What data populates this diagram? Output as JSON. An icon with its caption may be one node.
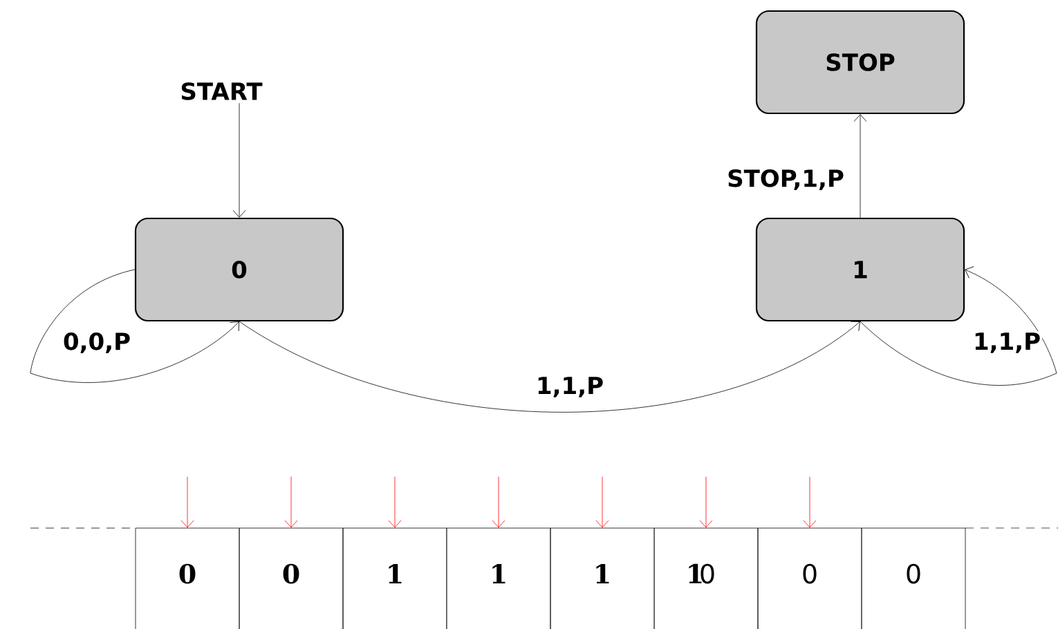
{
  "diagram": {
    "nodes": [
      {
        "text": [
          "START"
        ]
      },
      {
        "text": [
          "STOP"
        ]
      },
      {
        "text": [
          "0"
        ]
      },
      {
        "text": [
          "1"
        ]
      },
      {
        "text": [
          "0"
        ]
      },
      {
        "text": [
          "0"
        ]
      },
      {
        "text": [
          "1"
        ]
      },
      {
        "text": [
          "1"
        ]
      },
      {
        "text": [
          "1"
        ]
      },
      {
        "text": [
          "1",
          "0"
        ]
      },
      {
        "text": [
          "0"
        ]
      },
      {
        "text": [
          "0"
        ]
      }
    ],
    "edges": [
      {
        "from": 0,
        "to": 2,
        "arrow": "to",
        "color": "#000000"
      },
      {
        "from": 3,
        "to": 1,
        "arrow": "to",
        "label": "STOP,1,P",
        "color": "#000000"
      },
      {
        "from": 2,
        "to": 2,
        "arrow": "to",
        "label": "0,0,P",
        "color": "#000000"
      },
      {
        "from": 2,
        "to": 3,
        "arrow": "to",
        "label": "1,1,P",
        "color": "#000000"
      },
      {
        "from": 3,
        "to": 3,
        "arrow": "to",
        "label": "1,1,P",
        "color": "#000000"
      },
      {
        "from": null,
        "to": 4,
        "arrow": "to",
        "color": "#ff0000"
      },
      {
        "from": null,
        "to": 5,
        "arrow": "to",
        "color": "#ff0000"
      },
      {
        "from": null,
        "to": 6,
        "arrow": "to",
        "color": "#ff0000"
      },
      {
        "from": null,
        "to": 7,
        "arrow": "to",
        "color": "#ff0000"
      },
      {
        "from": null,
        "to": 8,
        "arrow": "to",
        "color": "#ff0000"
      },
      {
        "from": null,
        "to": 9,
        "arrow": "to",
        "color": "#ff0000"
      },
      {
        "from": null,
        "to": 10,
        "arrow": "to",
        "color": "#ff0000"
      }
    ]
  }
}
